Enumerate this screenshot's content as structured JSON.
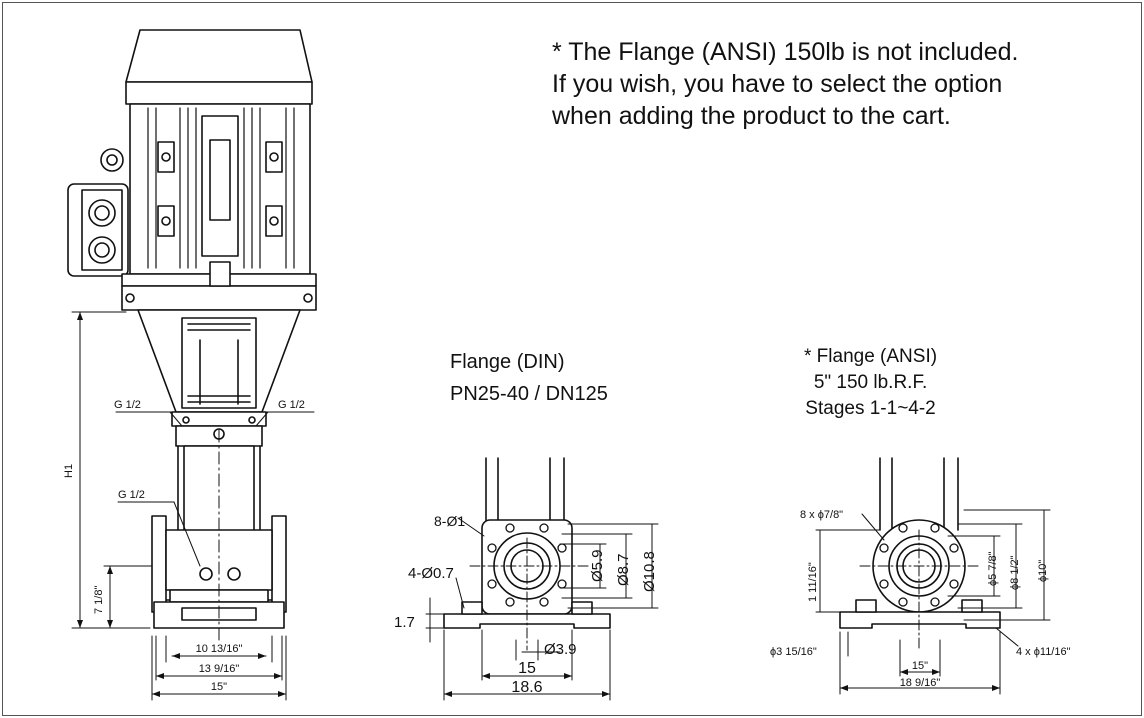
{
  "note": {
    "line1": "* The Flange (ANSI) 150lb is not included.",
    "line2": "If you wish, you have to select the option",
    "line3": "when adding the product to the cart."
  },
  "pump": {
    "g_left": "G 1/2",
    "g_right": "G 1/2",
    "g_low": "G 1/2",
    "h1": "H1",
    "h_port": "7 1/8\"",
    "dim_a": "10 13/16\"",
    "dim_b": "13 9/16\"",
    "dim_c": "15\""
  },
  "din": {
    "title1": "Flange (DIN)",
    "title2": "PN25-40 / DN125",
    "bolts": "8-Ø1",
    "holes": "4-Ø0.7",
    "d1": "Ø5.9",
    "d2": "Ø8.7",
    "d3": "Ø10.8",
    "h": "1.7",
    "d4": "Ø3.9",
    "w1": "15",
    "w2": "18.6"
  },
  "ansi": {
    "title1": "* Flange (ANSI)",
    "title2": "5\" 150 lb.R.F.",
    "title3": "Stages 1-1~4-2",
    "bolts": "8 x ϕ7/8\"",
    "d1": "ϕ5 7/8\"",
    "d2": "ϕ8 1/2\"",
    "d3": "ϕ10\"",
    "h": "1 11/16\"",
    "d4": "ϕ3 15/16\"",
    "holes": "4 x ϕ11/16\"",
    "w1": "15\"",
    "w2": "18 9/16\""
  }
}
